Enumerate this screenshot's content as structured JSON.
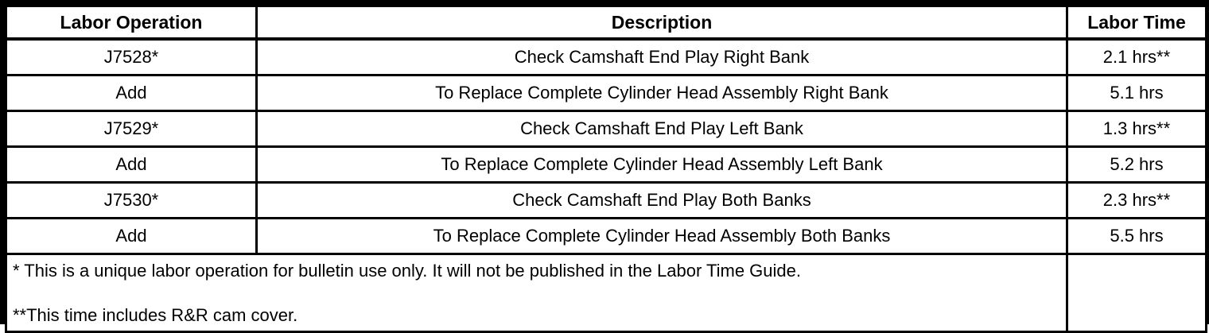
{
  "colors": {
    "border": "#000000",
    "background": "#ffffff",
    "text": "#000000"
  },
  "table": {
    "columns": [
      {
        "key": "labor_operation",
        "label": "Labor Operation"
      },
      {
        "key": "description",
        "label": "Description"
      },
      {
        "key": "labor_time",
        "label": "Labor Time"
      }
    ],
    "rows": [
      {
        "labor_operation": "J7528*",
        "description": "Check Camshaft End Play Right Bank",
        "labor_time": "2.1 hrs**"
      },
      {
        "labor_operation": "Add",
        "description": "To Replace Complete Cylinder Head Assembly Right Bank",
        "labor_time": "5.1 hrs"
      },
      {
        "labor_operation": "J7529*",
        "description": "Check Camshaft End Play Left Bank",
        "labor_time": "1.3 hrs**"
      },
      {
        "labor_operation": "Add",
        "description": "To Replace Complete Cylinder Head Assembly Left Bank",
        "labor_time": "5.2 hrs"
      },
      {
        "labor_operation": "J7530*",
        "description": "Check Camshaft End Play Both Banks",
        "labor_time": "2.3 hrs**"
      },
      {
        "labor_operation": "Add",
        "description": "To Replace Complete Cylinder Head Assembly Both Banks",
        "labor_time": "5.5 hrs"
      }
    ],
    "footnotes": [
      "* This is a unique labor operation for bulletin use only. It will not be published in the Labor Time Guide.",
      "**This time includes R&R cam cover."
    ]
  }
}
